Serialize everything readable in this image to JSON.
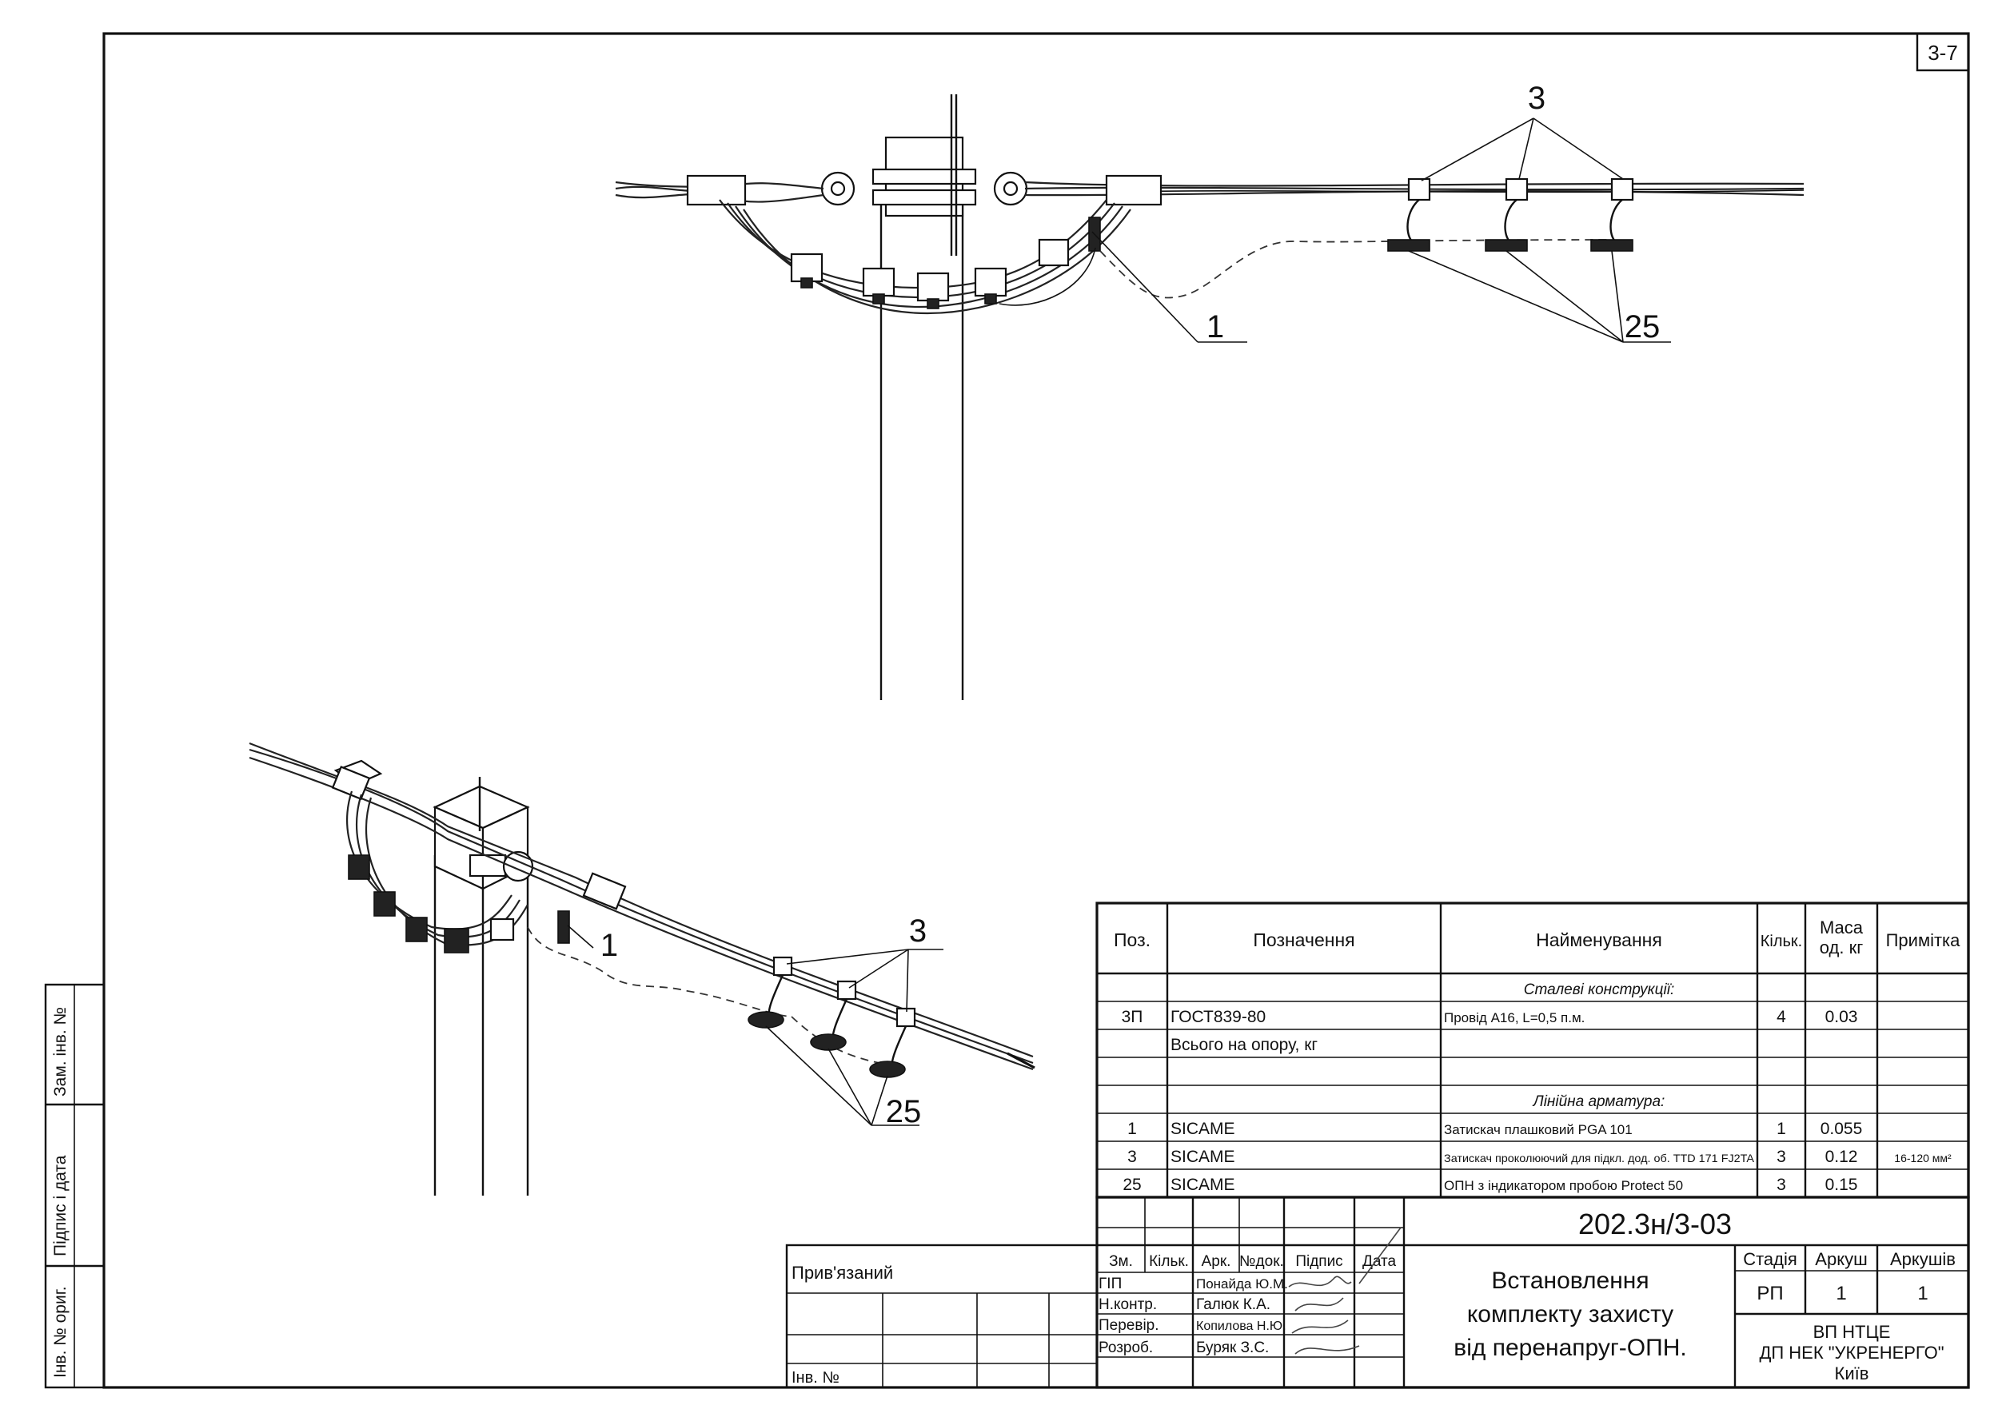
{
  "sheet": {
    "sheet_code": "3-7",
    "side_stamp": [
      "Зам. інв. №",
      "Підпис і дата",
      "Інв. № ориг."
    ]
  },
  "callouts": {
    "top": [
      "3",
      "1",
      "25"
    ],
    "bottom": [
      "3",
      "1",
      "25"
    ]
  },
  "spec_table": {
    "headers": [
      "Поз.",
      "Позначення",
      "Найменування",
      "Кільк.",
      "Маса од. кг",
      "Примітка"
    ],
    "sections": [
      {
        "title": "Сталеві конструкції:",
        "rows": [
          {
            "pos": "3П",
            "designation": "ГОСТ839-80",
            "name": "Провід А16, L=0,5 п.м.",
            "qty": "4",
            "mass": "0.03",
            "note": ""
          },
          {
            "pos": "",
            "designation": "Всього на опору, кг",
            "name": "",
            "qty": "",
            "mass": "",
            "note": ""
          }
        ]
      },
      {
        "title": "Лінійна арматура:",
        "rows": [
          {
            "pos": "1",
            "designation": "SICAME",
            "name": "Затискач плашковий PGA 101",
            "qty": "1",
            "mass": "0.055",
            "note": ""
          },
          {
            "pos": "3",
            "designation": "SICAME",
            "name": "Затискач проколюючий для підкл. дод. об. TTD 171 FJ2TA",
            "qty": "3",
            "mass": "0.12",
            "note": "16-120 мм²"
          },
          {
            "pos": "25",
            "designation": "SICAME",
            "name": "ОПН з індикатором пробою Protect 50",
            "qty": "3",
            "mass": "0.15",
            "note": ""
          }
        ]
      }
    ]
  },
  "title_block": {
    "doc_code": "202.3н/3-03",
    "linked_label": "Прив'язаний",
    "inv_label": "Інв. №",
    "rev_headers": [
      "Зм.",
      "Кільк.",
      "Арк.",
      "№док.",
      "Підпис",
      "Дата"
    ],
    "people": [
      {
        "role": "ГІП",
        "name": "Понайда Ю.М."
      },
      {
        "role": "Н.контр.",
        "name": "Галюк К.А."
      },
      {
        "role": "Перевір.",
        "name": "Копилова Н.Ю."
      },
      {
        "role": "Розроб.",
        "name": "Буряк З.С."
      }
    ],
    "title_lines": [
      "Встановлення",
      "комплекту захисту",
      "від перенапруг-ОПН."
    ],
    "stage_label": "Стадія",
    "sheet_label": "Аркуш",
    "sheets_label": "Аркушів",
    "stage": "РП",
    "sheet": "1",
    "sheets": "1",
    "org_lines": [
      "ВП НТЦЕ",
      "ДП НЕК \"УКРЕНЕРГО\"",
      "Київ"
    ]
  }
}
